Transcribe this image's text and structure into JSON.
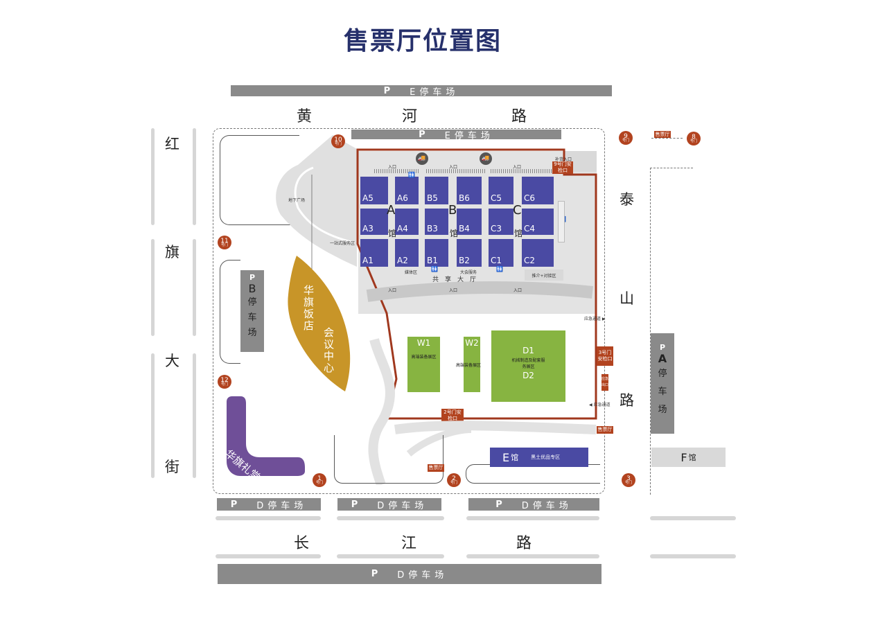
{
  "title": "售票厅位置图",
  "parking": {
    "p": "P",
    "e_top": "E停车场",
    "e_inner": "E停车场",
    "d_bottom_1": "D停车场",
    "d_bottom_2": "D停车场",
    "d_bottom_3": "D停车场",
    "d_bottom_main": "D停车场",
    "b_letter": "B",
    "b_label": "停车场",
    "a_letter": "A",
    "a_label": "停车场"
  },
  "roads": {
    "huanghe": [
      "黄",
      "河",
      "路"
    ],
    "changjiang": [
      "长",
      "江",
      "路"
    ],
    "hongqi": [
      "红",
      "旗",
      "大",
      "街"
    ],
    "taishan": [
      "泰",
      "山",
      "路"
    ]
  },
  "gates": {
    "g1": {
      "num": "1",
      "unit": "号门"
    },
    "g2": {
      "num": "2",
      "unit": "号门"
    },
    "g3": {
      "num": "3",
      "unit": "号门"
    },
    "g8": {
      "num": "8",
      "unit": "号门"
    },
    "g9": {
      "num": "9",
      "unit": "号门"
    },
    "g10": {
      "num": "10",
      "unit": "号门"
    },
    "g11": {
      "num": "11",
      "unit": "号门"
    },
    "g12": {
      "num": "12",
      "unit": "号门"
    }
  },
  "tags": {
    "ticket_top": "售票厅",
    "ticket_right": "售票厅",
    "ticket_bottom": "售票厅",
    "gate9_check": "9号门安检口",
    "gate3_check": "3号门安检口",
    "gate2_check": "2号门安检口",
    "emergency_exit_small": "应急出口"
  },
  "halls": {
    "a": {
      "letter": "A",
      "char": "馆",
      "booths": [
        "A5",
        "A6",
        "A3",
        "A4",
        "A1",
        "A2"
      ]
    },
    "b": {
      "letter": "B",
      "char": "馆",
      "booths": [
        "B5",
        "B6",
        "B3",
        "B4",
        "B1",
        "B2"
      ]
    },
    "c": {
      "letter": "C",
      "char": "馆",
      "booths": [
        "C5",
        "C6",
        "C3",
        "C4",
        "C1",
        "C2"
      ]
    }
  },
  "labels": {
    "entrance": "入口",
    "shared_hall": "共　享　大　厅",
    "media": "媒体区",
    "conference": "大会服务",
    "negotiation": "推介+对接区",
    "supply_entrance": "补货入口",
    "underground_plaza": "地下广场",
    "one_stop": "一站式服务区",
    "emergency_channel": "应急通道",
    "hotel_name": "华旗饭店",
    "conference_center": "会议中心",
    "auditorium": "华旗礼堂"
  },
  "west": {
    "w1": "W1",
    "w1_desc": "高端装备展区",
    "w2": "W2",
    "w2_desc": "高端装备展区",
    "d1": "D1",
    "d_desc": "机械制造及配套服务展区",
    "d2": "D2"
  },
  "hall_e": {
    "letter": "E",
    "char": "馆",
    "desc": "黑土优品专区"
  },
  "hall_f": {
    "letter": "F",
    "char": "馆"
  },
  "colors": {
    "brand_red": "#b2431f",
    "booth_blue": "#4a4aa3",
    "green": "#87b441",
    "gold": "#c89528",
    "purple": "#6f4f98"
  }
}
